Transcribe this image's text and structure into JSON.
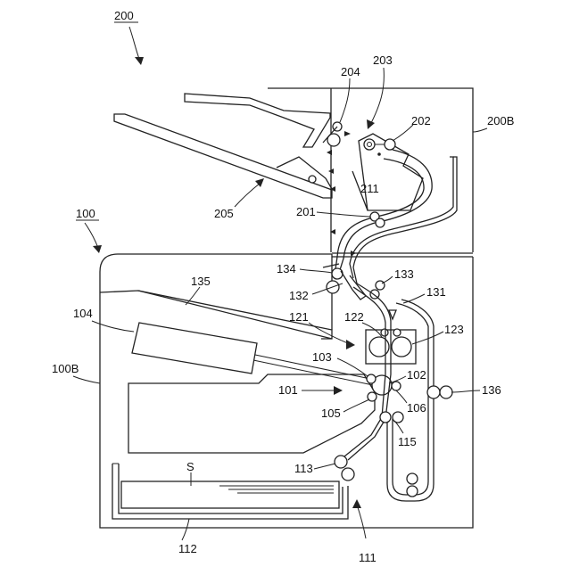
{
  "labels": {
    "l200": "200",
    "l204": "204",
    "l203": "203",
    "l202": "202",
    "l200B": "200B",
    "l211": "211",
    "l205": "205",
    "l201": "201",
    "l100": "100",
    "l134": "134",
    "l133": "133",
    "l135": "135",
    "l132": "132",
    "l131": "131",
    "l104": "104",
    "l121": "121",
    "l122": "122",
    "l123": "123",
    "l103": "103",
    "l102": "102",
    "l100B": "100B",
    "l101": "101",
    "l136": "136",
    "l105": "105",
    "l106": "106",
    "l115": "115",
    "lS": "S",
    "l113": "113",
    "l112": "112",
    "l111": "111"
  }
}
